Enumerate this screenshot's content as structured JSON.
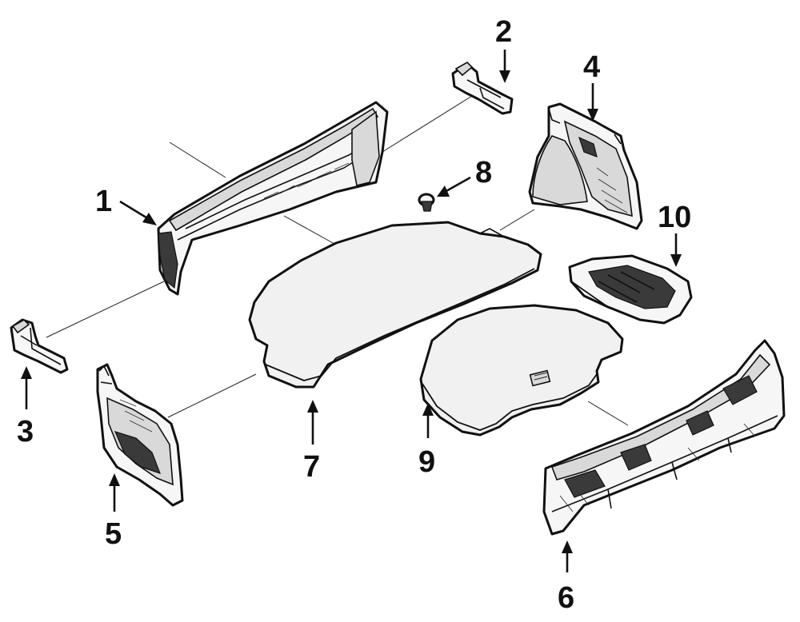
{
  "diagram": {
    "callouts": {
      "1": "1",
      "2": "2",
      "3": "3",
      "4": "4",
      "5": "5",
      "6": "6",
      "7": "7",
      "8": "8",
      "9": "9",
      "10": "10"
    },
    "colors": {
      "ink": "#111111",
      "paper": "#ffffff",
      "part_fill": "#f6f6f6",
      "part_shade": "#d9d9d9"
    }
  }
}
